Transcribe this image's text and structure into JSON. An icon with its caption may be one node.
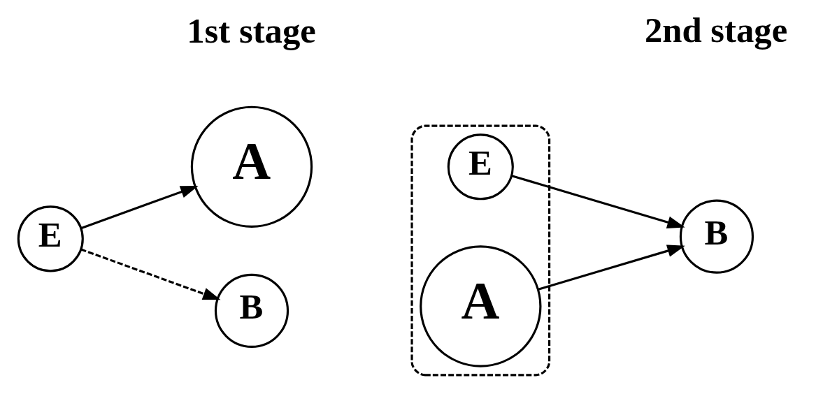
{
  "diagram": {
    "nodes": [
      {
        "text": [
          "A"
        ]
      },
      {
        "text": [
          "E"
        ]
      },
      {
        "text": [
          "B"
        ]
      },
      {
        "text": [],
        "shape": "ellipse"
      },
      {
        "text": [
          "A"
        ],
        "in": 3
      },
      {
        "text": [
          "E"
        ],
        "in": 3
      },
      {
        "text": [
          "B"
        ]
      }
    ],
    "edges": [
      {
        "from": 1,
        "to": 0,
        "arrow": "to"
      },
      {
        "from": 1,
        "to": 2,
        "arrow": "to",
        "style": "dashed"
      },
      {
        "from": 5,
        "to": 6,
        "arrow": "to"
      },
      {
        "from": 4,
        "to": 6,
        "arrow": "to"
      }
    ],
    "labels": [
      "1st stage",
      "2nd stage"
    ]
  }
}
